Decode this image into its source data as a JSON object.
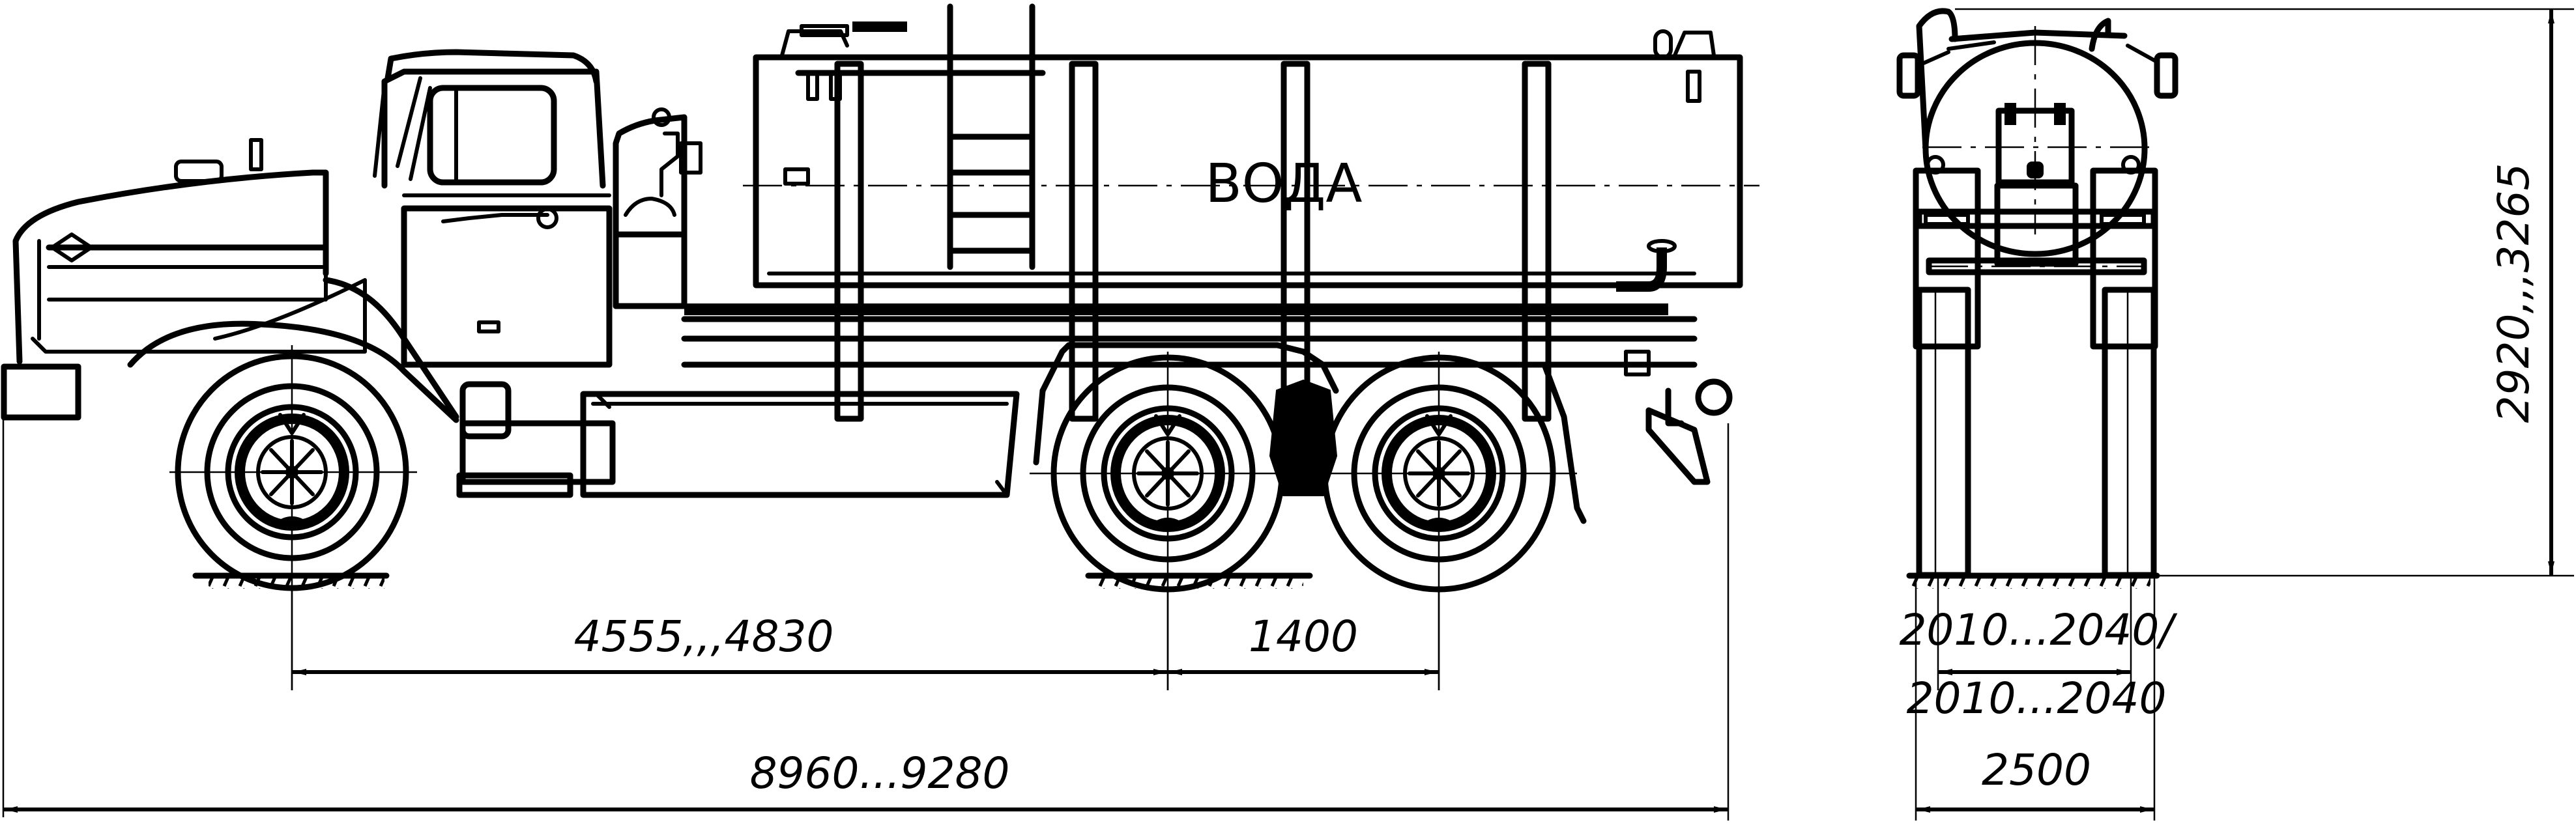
{
  "drawing": {
    "tank_label": "ВОДА",
    "colors": {
      "line": "#000000",
      "background": "#ffffff"
    },
    "side_view": {
      "dimensions": {
        "wheelbase_front": "4555,,,4830",
        "tandem_spacing": "1400",
        "overall_length": "8960...9280"
      }
    },
    "rear_view": {
      "dimensions": {
        "track_front": "2010...2040/",
        "track_rear": "2010...2040",
        "overall_width": "2500",
        "overall_height": "2920,,,3265"
      }
    }
  }
}
